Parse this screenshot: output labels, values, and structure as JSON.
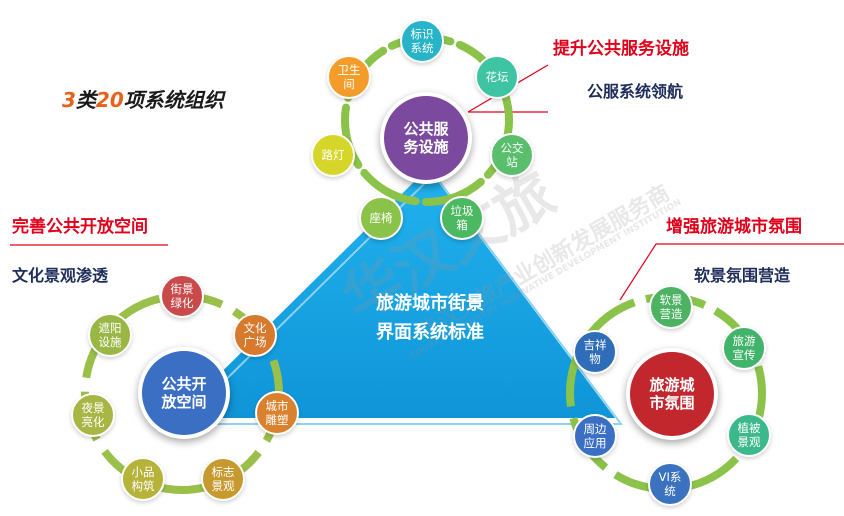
{
  "title": {
    "num1": "3",
    "mid": "类",
    "num2": "20",
    "rest": "项系统组织"
  },
  "center_text": "旅游城市街景\n界面系统标准",
  "watermark": {
    "main": "华汉文旅",
    "sub": "华汉文旅产业创新发展服务商",
    "en": "TOURISM INDUSTRY INNOVATIVE DEVELOPMENT INSTITUTION"
  },
  "groups": {
    "public_service": {
      "heading": "提升公共服务设施",
      "subheading": "公服系统领航",
      "hub": "公共服\n务设施",
      "items": [
        "标识\n系统",
        "花坛",
        "公交\n站",
        "垃圾\n箱",
        "座椅",
        "路灯",
        "卫生\n间"
      ]
    },
    "open_space": {
      "heading": "完善公共开放空间",
      "subheading": "文化景观渗透",
      "hub": "公共开\n放空间",
      "items": [
        "街景\n绿化",
        "文化\n广场",
        "城市\n雕塑",
        "标志\n景观",
        "小品\n构筑",
        "夜景\n亮化",
        "遮阳\n设施"
      ]
    },
    "atmosphere": {
      "heading": "增强旅游城市氛围",
      "subheading": "软景氛围营造",
      "hub": "旅游城\n市氛围",
      "items": [
        "软景\n营造",
        "旅游\n宣传",
        "植被\n景观",
        "VI系\n统",
        "周边\n应用",
        "吉祥\n物"
      ]
    }
  },
  "colors": {
    "triangle": "#1aa3e3",
    "hub_purple": "#7b4a9e",
    "hub_blue": "#3a6fc4",
    "hub_red": "#c2272d",
    "heading_red": "#e0001b",
    "heading_navy": "#1f2d5a"
  }
}
